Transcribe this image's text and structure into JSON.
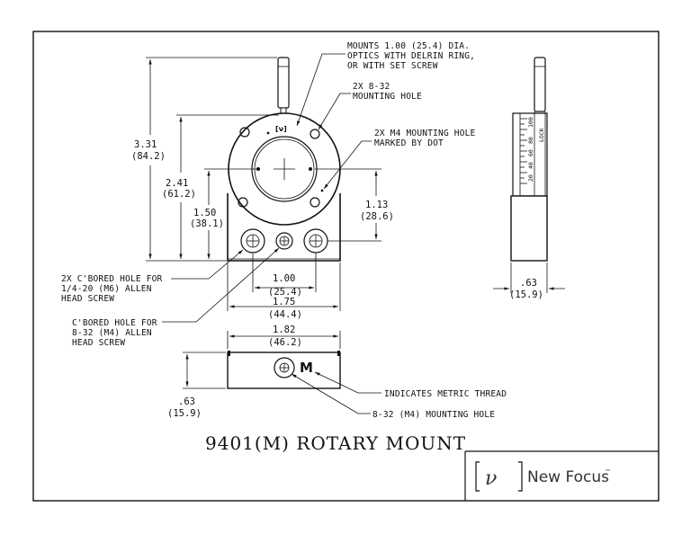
{
  "title": "9401(M) ROTARY MOUNT",
  "logo": {
    "brand": "New Focus",
    "trademark": "™"
  },
  "part_number": "9401",
  "front_view_label": "[ν]",
  "metric_mark": "M",
  "scale_labels": [
    "20",
    "40",
    "60",
    "80",
    "100"
  ],
  "scale_marker": "LOCK",
  "notes": {
    "mounts": [
      "MOUNTS 1.00 (25.4) DIA.",
      "OPTICS WITH DELRIN RING,",
      "OR WITH SET SCREW"
    ],
    "mounting_hole_832": [
      "2X 8-32",
      "MOUNTING HOLE"
    ],
    "m4_hole": [
      "2X M4 MOUNTING HOLE",
      "MARKED BY DOT"
    ],
    "cbored_quarter": [
      "2X C'BORED HOLE FOR",
      "1/4-20 (M6) ALLEN",
      "HEAD SCREW"
    ],
    "cbored_832": [
      "C'BORED HOLE FOR",
      "8-32 (M4) ALLEN",
      "HEAD SCREW"
    ],
    "metric_thread": "INDICATES METRIC THREAD",
    "bottom_hole": "8-32 (M4) MOUNTING HOLE"
  },
  "dimensions": {
    "overall_height": [
      "3.31",
      "(84.2)"
    ],
    "center_height": [
      "2.41",
      "(61.2)"
    ],
    "body_height": [
      "1.50",
      "(38.1)"
    ],
    "hole_offset": [
      "1.13",
      "(28.6)"
    ],
    "hole_spacing": [
      "1.00",
      "(25.4)"
    ],
    "base_width": [
      "1.75",
      "(44.4)"
    ],
    "side_thickness": [
      ".63",
      "(15.9)"
    ],
    "bottom_width": [
      "1.82",
      "(46.2)"
    ],
    "bottom_depth": [
      ".63",
      "(15.9)"
    ]
  }
}
